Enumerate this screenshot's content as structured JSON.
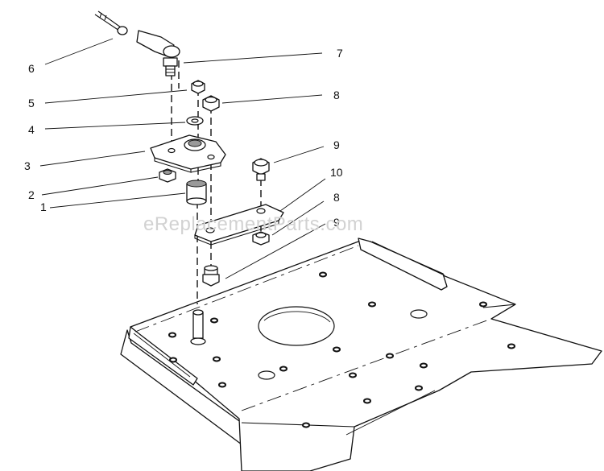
{
  "watermark": "eReplacementParts.com",
  "callouts": {
    "c6": "6",
    "c7": "7",
    "c5": "5",
    "c8a": "8",
    "c4": "4",
    "c9a": "9",
    "c3": "3",
    "c10": "10",
    "c2": "2",
    "c8b": "8",
    "c1": "1",
    "c9b": "9"
  }
}
